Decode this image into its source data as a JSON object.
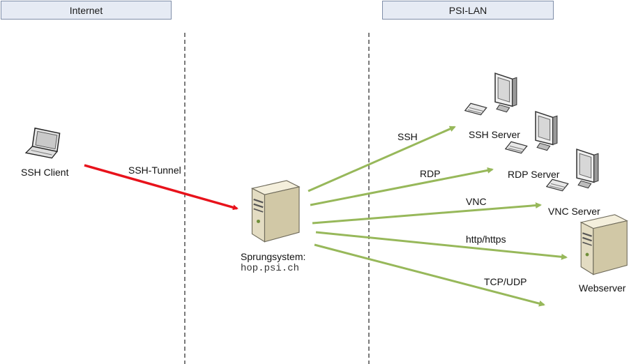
{
  "zones": {
    "internet": "Internet",
    "lan": "PSI-LAN"
  },
  "nodes": {
    "client": "SSH Client",
    "jump_label": "Sprungsystem:",
    "jump_host": "hop.psi.ch",
    "ssh_server": "SSH Server",
    "rdp_server": "RDP Server",
    "vnc_server": "VNC Server",
    "webserver": "Webserver"
  },
  "connections": {
    "tunnel": "SSH-Tunnel",
    "ssh": "SSH",
    "rdp": "RDP",
    "vnc": "VNC",
    "http": "http/https",
    "tcp": "TCP/UDP"
  },
  "colors": {
    "tunnel": "#e8121b",
    "protocol": "#97b85a",
    "zone_fill": "#e6ebf4",
    "zone_border": "#7f8ea8"
  },
  "icons": {
    "client": "laptop-icon",
    "jump": "server-tower-icon",
    "workstation": "desktop-computer-icon",
    "web": "server-tower-icon"
  }
}
